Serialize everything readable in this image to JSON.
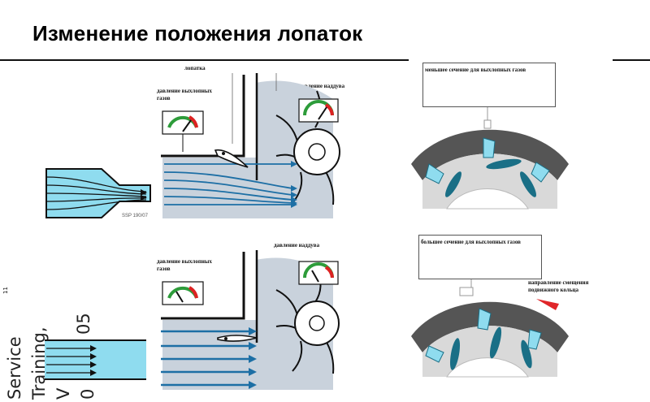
{
  "title": "Изменение положения лопаток",
  "side_label": {
    "line1": "Service",
    "line2": "Training,",
    "line3": "V",
    "line3b": "05",
    "line4": "0",
    "page_number": "11"
  },
  "top_diagram": {
    "vane_label": "лопатка",
    "exhaust_pressure_label_1": "давление выхлопных",
    "exhaust_pressure_label_2": "газов",
    "boost_pressure_label": "давление наддува",
    "small_figure_code": "SSP 190/07"
  },
  "bottom_diagram": {
    "boost_pressure_label": "давление наддува",
    "exhaust_pressure_label_1": "давление выхлопных",
    "exhaust_pressure_label_2": "газов"
  },
  "right_top": {
    "callout": "меньшее сечение для выхлопных газов"
  },
  "right_bottom": {
    "callout": "большее сечение для выхлопных газов",
    "ring_label_1": "направление смещения",
    "ring_label_2": "подвижного кольца"
  },
  "colors": {
    "flow_blue": "#1d6fa5",
    "gas_cyan": "#8fdcef",
    "housing_gray": "#c9d2dc",
    "vane_teal": "#1a6f86",
    "ring_dark": "#4a4a4a",
    "arrow_red": "#e0262a"
  }
}
